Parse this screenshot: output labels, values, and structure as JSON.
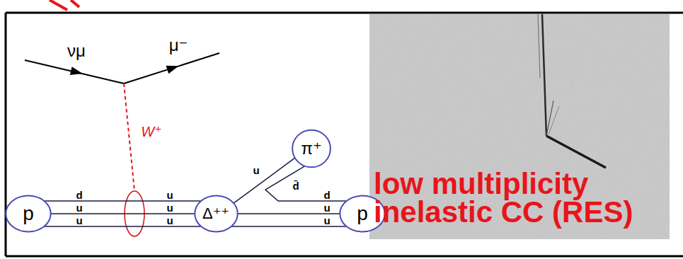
{
  "diagram": {
    "nodes": [
      {
        "text": [
          "p"
        ]
      },
      {
        "text": [
          "Δ⁺⁺"
        ]
      },
      {
        "text": [
          "π⁺"
        ]
      },
      {
        "text": [
          "p"
        ]
      }
    ],
    "edges": [
      {
        "from": 0,
        "to": 1,
        "arrow": "none"
      },
      {
        "from": 0,
        "to": 1,
        "arrow": "none"
      },
      {
        "from": 0,
        "to": 1,
        "arrow": "none"
      },
      {
        "from": 1,
        "to": 2,
        "arrow": "none"
      },
      {
        "from": 2,
        "to": 3,
        "arrow": "none"
      },
      {
        "from": 1,
        "to": 3,
        "arrow": "none"
      },
      {
        "from": 1,
        "to": 3,
        "arrow": "none"
      }
    ],
    "labels": [
      "νμ",
      "μ⁻",
      "W⁺",
      "d",
      "u",
      "u",
      "u",
      "u",
      "u",
      "u",
      "d̄",
      "d",
      "u",
      "u",
      "low multiplicity inelastic CC (RES)"
    ]
  }
}
